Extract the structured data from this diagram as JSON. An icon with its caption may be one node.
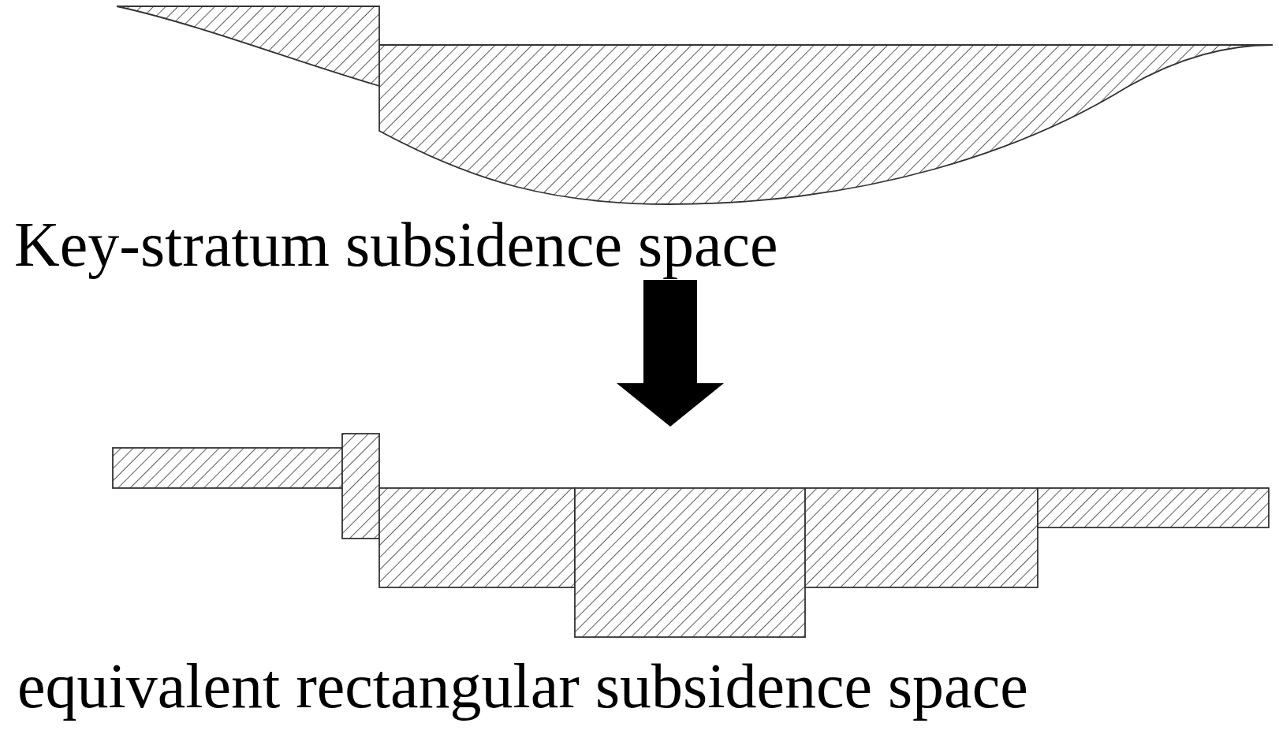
{
  "diagram": {
    "nodes": [
      {
        "text": [
          "Key-stratum subsidence space"
        ]
      },
      {
        "text": [
          "equivalent rectangular subsidence space"
        ]
      }
    ],
    "edges": [
      {
        "from": 0,
        "to": 1,
        "arrow": "to",
        "style": "thick"
      }
    ]
  }
}
